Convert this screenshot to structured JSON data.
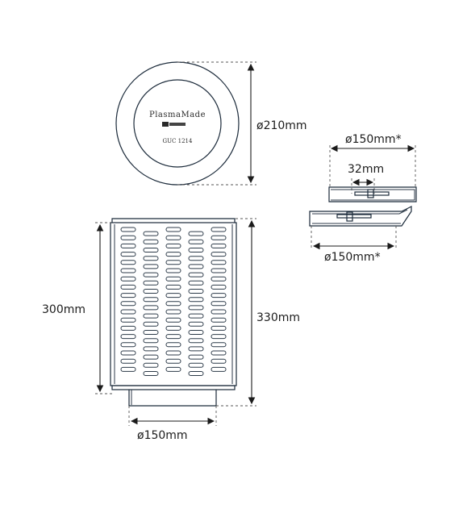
{
  "labels": {
    "top_diameter": "ø210mm",
    "body_height": "300mm",
    "total_height": "330mm",
    "base_diameter": "ø150mm",
    "side_top_diameter": "ø150mm*",
    "side_gap": "32mm",
    "side_bottom_diameter": "ø150mm*"
  },
  "logo": {
    "brand": "PlasmaMade",
    "model": "GUC 1214"
  },
  "colors": {
    "stroke": "#1b2a3a",
    "text": "#1c1c1c"
  }
}
